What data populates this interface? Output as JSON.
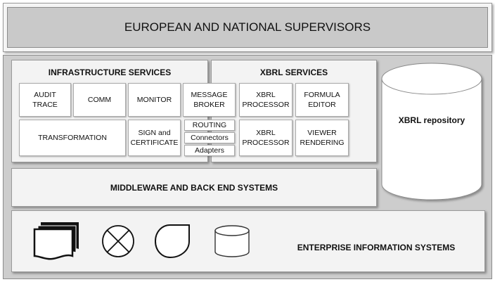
{
  "top_banner": "EUROPEAN AND NATIONAL SUPERVISORS",
  "infrastructure": {
    "title": "INFRASTRUCTURE SERVICES",
    "audit_trace": "AUDIT\nTRACE",
    "comm": "COMM",
    "monitor": "MONITOR",
    "message_broker": "MESSAGE\nBROKER",
    "transformation": "TRANSFORMATION",
    "sign_certificate": "SIGN and\nCERTIFICATE",
    "routing": "ROUTING",
    "connectors": "Connectors",
    "adapters": "Adapters"
  },
  "xbrl_services": {
    "title": "XBRL SERVICES",
    "xbrl_processor_1": "XBRL\nPROCESSOR",
    "formula_editor": "FORMULA\nEDITOR",
    "xbrl_processor_2": "XBRL\nPROCESSOR",
    "viewer_rendering": "VIEWER\nRENDERING"
  },
  "repository": "XBRL repository",
  "middleware": "MIDDLEWARE AND BACK END SYSTEMS",
  "enterprise": "ENTERPRISE INFORMATION SYSTEMS",
  "enterprise_icons": [
    "multi-document-icon",
    "summing-junction-icon",
    "display-icon",
    "direct-storage-icon"
  ],
  "colors": {
    "outer_frame": "#c9c9c9",
    "panel": "#f3f3f3",
    "cell": "#ffffff",
    "border": "#9a9a9a"
  }
}
